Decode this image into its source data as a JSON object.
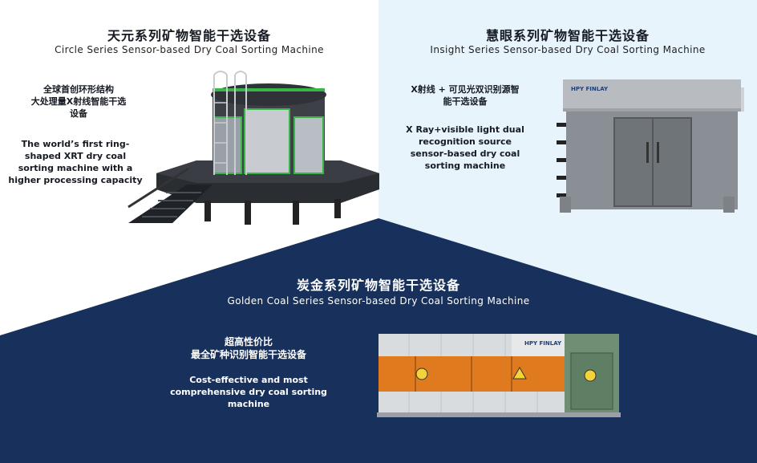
{
  "circle": {
    "title_zh": "天元系列矿物智能干选设备",
    "title_en": "Circle Series Sensor-based Dry Coal Sorting Machine",
    "desc_zh_1": "全球首创环形结构",
    "desc_zh_2": "大处理量X射线智能干选",
    "desc_zh_3": "设备",
    "desc_en_1": "The world’s first ring-",
    "desc_en_2": "shaped XRT dry coal",
    "desc_en_3": "sorting machine with a",
    "desc_en_4": "higher processing capacity"
  },
  "insight": {
    "title_zh": "慧眼系列矿物智能干选设备",
    "title_en": "Insight Series Sensor-based Dry Coal Sorting Machine",
    "desc_zh_1": "X射线 + 可见光双识别源智",
    "desc_zh_2": "能干选设备",
    "desc_en_1": "X Ray+visible light dual",
    "desc_en_2": "recognition source",
    "desc_en_3": "sensor-based dry coal",
    "desc_en_4": "sorting machine",
    "brand": "HPY FINLAY"
  },
  "golden": {
    "title_zh": "炭金系列矿物智能干选设备",
    "title_en": "Golden Coal Series Sensor-based Dry Coal Sorting Machine",
    "desc_zh_1": "超高性价比",
    "desc_zh_2": "最全矿种识别智能干选设备",
    "desc_en_1": "Cost-effective and most",
    "desc_en_2": "comprehensive dry coal sorting",
    "desc_en_3": "machine",
    "brand": "HPY FINLAY"
  },
  "colors": {
    "navy": "#17305c",
    "orange": "#e07a1f",
    "green_accent": "#39b54a",
    "gray_machine": "#8a8f95",
    "green_cabinet": "#6f8f74"
  }
}
